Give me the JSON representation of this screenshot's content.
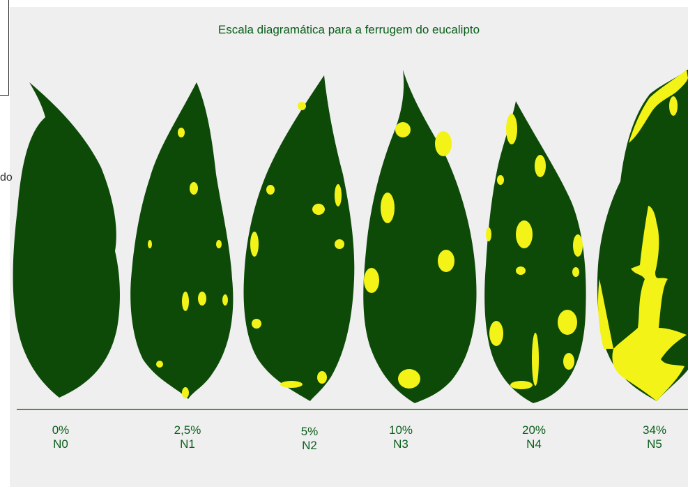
{
  "title": "Escala diagramática para a ferrugem do eucalipto",
  "edge_text": "do",
  "colors": {
    "leaf": "#0d4a08",
    "lesion": "#f3f318",
    "text": "#0a5e1a",
    "background": "#efefef",
    "baseline": "#5a8a4a"
  },
  "levels": [
    {
      "percent": "0%",
      "code": "N0",
      "severity": 0
    },
    {
      "percent": "2,5%",
      "code": "N1",
      "severity": 2.5
    },
    {
      "percent": "5%",
      "code": "N2",
      "severity": 5
    },
    {
      "percent": "10%",
      "code": "N3",
      "severity": 10
    },
    {
      "percent": "20%",
      "code": "N4",
      "severity": 20
    },
    {
      "percent": "34%",
      "code": "N5",
      "severity": 34
    }
  ]
}
